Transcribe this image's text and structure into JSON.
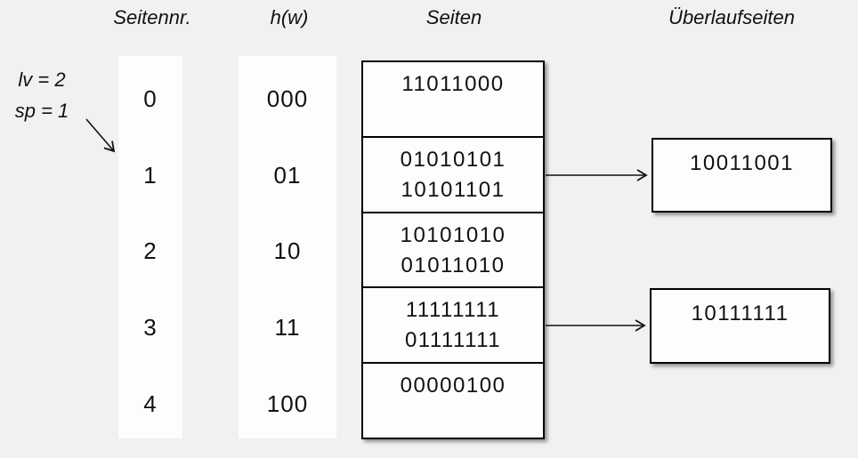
{
  "headers": {
    "page_number": "Seitennr.",
    "hash_function": "h(w)",
    "pages": "Seiten",
    "overflow_pages": "Überlaufseiten"
  },
  "annotation": {
    "level": "lv = 2",
    "split_pointer": "sp = 1"
  },
  "rows": [
    {
      "page_no": "0",
      "hash": "000",
      "entries": [
        "11011000"
      ]
    },
    {
      "page_no": "1",
      "hash": "01",
      "entries": [
        "01010101",
        "10101101"
      ],
      "overflow": "10011001"
    },
    {
      "page_no": "2",
      "hash": "10",
      "entries": [
        "10101010",
        "01011010"
      ]
    },
    {
      "page_no": "3",
      "hash": "11",
      "entries": [
        "11111111",
        "01111111"
      ],
      "overflow": "10111111"
    },
    {
      "page_no": "4",
      "hash": "100",
      "entries": [
        "00000100"
      ]
    }
  ],
  "colors": {
    "background": "#f1f1f1",
    "box_fill": "#fdfdfd",
    "border": "#000000",
    "text": "#111111"
  }
}
